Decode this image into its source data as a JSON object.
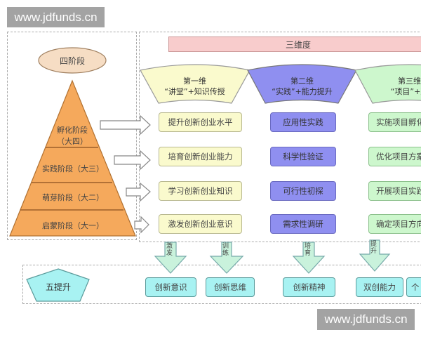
{
  "watermark": "www.jdfunds.cn",
  "stages": {
    "title": "四阶段",
    "levels": [
      "孵化阶段\n（大四）",
      "实践阶段（大三）",
      "萌芽阶段（大二）",
      "启蒙阶段（大一）"
    ]
  },
  "dimensions": {
    "title": "三维度",
    "columns": [
      {
        "name": "第一维",
        "subtitle": "“讲堂”+知识传授",
        "items": [
          "提升创新创业水平",
          "培育创新创业能力",
          "学习创新创业知识",
          "激发创新创业意识"
        ],
        "color": "#fafacd"
      },
      {
        "name": "第二维",
        "subtitle": "“实践”+能力提升",
        "items": [
          "应用性实践",
          "科学性验证",
          "可行性初探",
          "需求性调研"
        ],
        "color": "#8f8ff0"
      },
      {
        "name": "第三维",
        "subtitle": "“项目”+双",
        "items": [
          "实施项目孵化",
          "优化项目方案",
          "开展项目实践",
          "确定项目方向"
        ],
        "color": "#cdf7cd"
      }
    ]
  },
  "arrows": [
    "激发",
    "训练",
    "培育",
    "提升"
  ],
  "improvements": {
    "title": "五提升",
    "items": [
      "创新意识",
      "创新思维",
      "创新精神",
      "双创能力",
      "个"
    ]
  }
}
